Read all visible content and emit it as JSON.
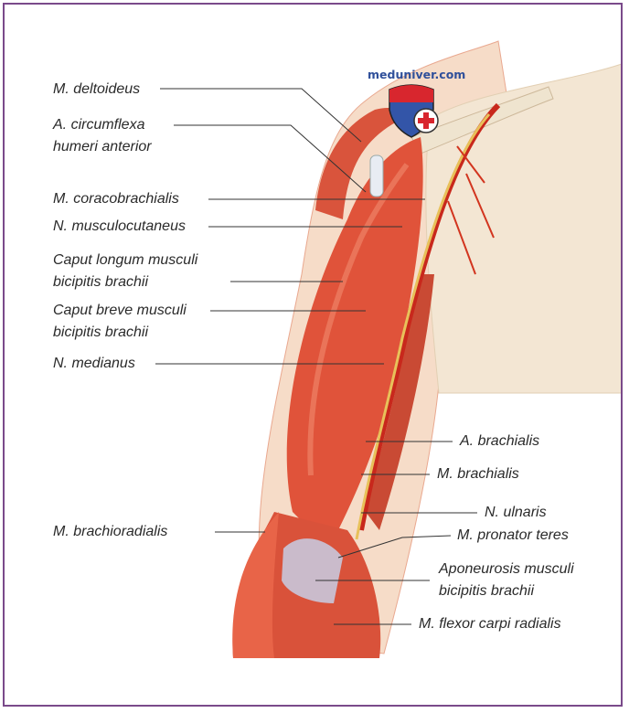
{
  "watermark": {
    "text": "meduniver.com",
    "shield_colors": {
      "top": "#d8262e",
      "bottom": "#3355a8",
      "cross": "#d8262e"
    }
  },
  "labels_left": [
    {
      "id": "deltoideus",
      "lines": [
        "M. deltoideus"
      ]
    },
    {
      "id": "circumflexa",
      "lines": [
        "A. circumflexa",
        "humeri anterior"
      ]
    },
    {
      "id": "coracobrachialis",
      "lines": [
        "M. coracobrachialis"
      ]
    },
    {
      "id": "musculocutaneus",
      "lines": [
        "N. musculocutaneus"
      ]
    },
    {
      "id": "caput-longum",
      "lines": [
        "Caput longum musculi",
        "bicipitis brachii"
      ]
    },
    {
      "id": "caput-breve",
      "lines": [
        "Caput breve musculi",
        "bicipitis brachii"
      ]
    },
    {
      "id": "medianus",
      "lines": [
        "N. medianus"
      ]
    },
    {
      "id": "brachioradialis",
      "lines": [
        "M. brachioradialis"
      ]
    }
  ],
  "labels_right": [
    {
      "id": "a-brachialis",
      "lines": [
        "A. brachialis"
      ]
    },
    {
      "id": "m-brachialis",
      "lines": [
        "M. brachialis"
      ]
    },
    {
      "id": "ulnaris",
      "lines": [
        "N. ulnaris"
      ]
    },
    {
      "id": "pronator",
      "lines": [
        "M. pronator teres"
      ]
    },
    {
      "id": "aponeurosis",
      "lines": [
        "Aponeurosis musculi",
        "bicipitis brachii"
      ]
    },
    {
      "id": "flexor",
      "lines": [
        "M. flexor carpi radialis"
      ]
    }
  ],
  "colors": {
    "frame": "#7a4a8a",
    "muscle": "#e0533a",
    "skin": "#f6dcc8",
    "bone": "#efe4cf",
    "nerve": "#e8c15a"
  }
}
